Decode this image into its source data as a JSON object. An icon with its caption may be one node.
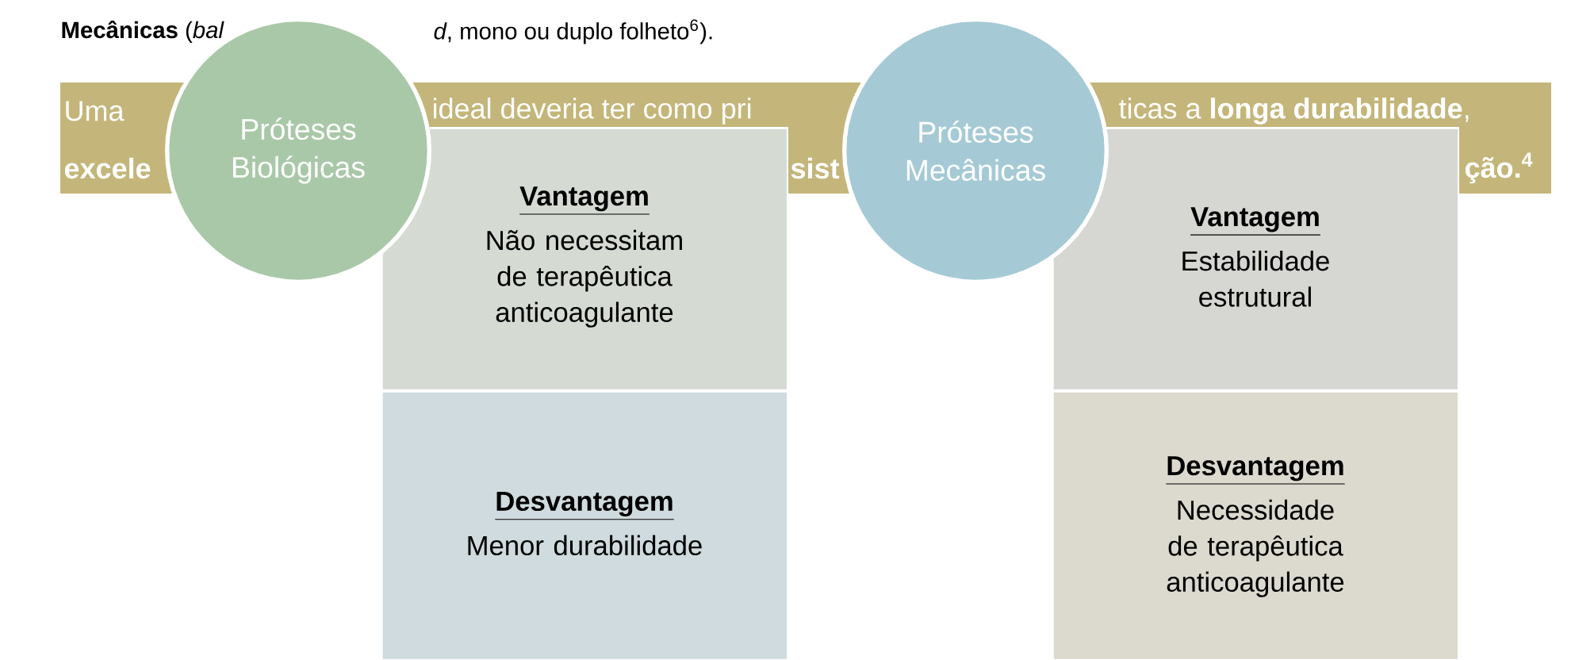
{
  "diagram": {
    "nodes": [
      {
        "text": [
          "Uma",
          "ideal deveria ter como pri",
          "ticas a **longa durabilidade**,",
          "excele",
          "sist",
          "ção.$^{4}$"
        ]
      },
      {
        "text": [
          "Próteses Biológicas"
        ]
      },
      {
        "text": [
          "Vantagem",
          "Não necessitam de terapêutica anticoagulante"
        ]
      },
      {
        "text": [
          "Desvantagem",
          "Menor durabilidade"
        ]
      },
      {
        "text": [
          "Próteses Mecânicas"
        ]
      },
      {
        "text": [
          "Vantagem",
          "Estabilidade estrutural"
        ]
      },
      {
        "text": [
          "Desvantagem",
          "Necessidade de terapêutica anticoagulante"
        ]
      }
    ],
    "labels": [
      "**Mecânicas** (*bal*",
      "*d*, mono ou duplo folheto$^{6}$)."
    ]
  }
}
